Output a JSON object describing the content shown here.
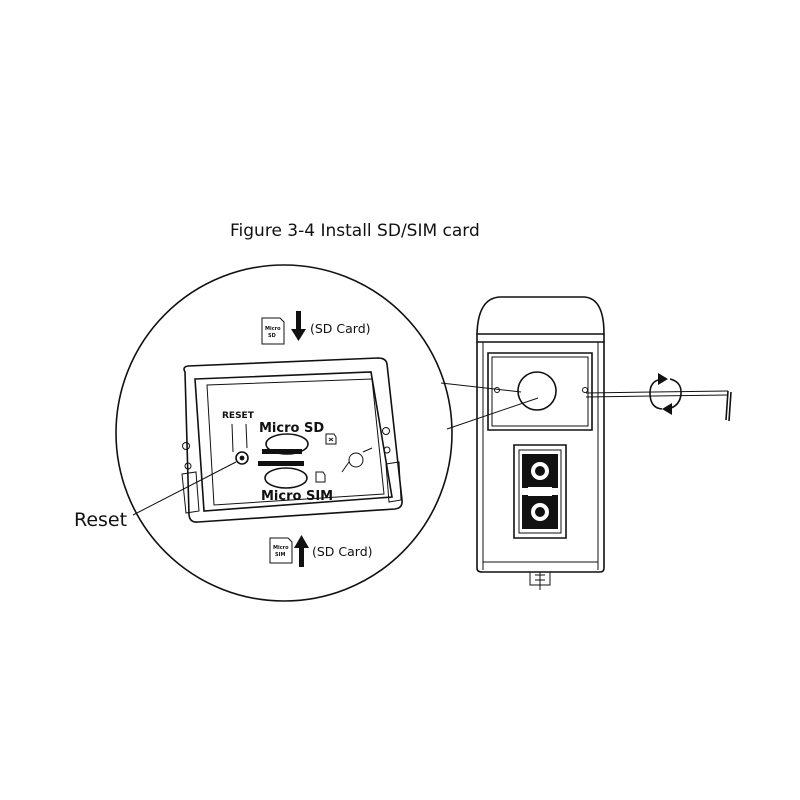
{
  "figure": {
    "caption": "Figure 3-4 Install SD/SIM card"
  },
  "labels": {
    "sd_card_top": "(SD Card)",
    "sd_card_bottom": "(SD Card)",
    "reset_small": "RESET",
    "micro_sd": "Micro SD",
    "micro_sim": "Micro SIM",
    "reset_callout": "Reset",
    "card_icon_top_line1": "Micro",
    "card_icon_top_line2": "SD",
    "card_icon_bottom_line1": "Micro",
    "card_icon_bottom_line2": "SIM"
  },
  "icons": {
    "insert_down_arrow": "arrow-down-icon",
    "insert_up_arrow": "arrow-up-icon",
    "rotate_arrow": "rotate-arrow-icon",
    "hex_key": "hex-key-icon"
  },
  "colors": {
    "line": "#111111",
    "background": "#ffffff"
  }
}
